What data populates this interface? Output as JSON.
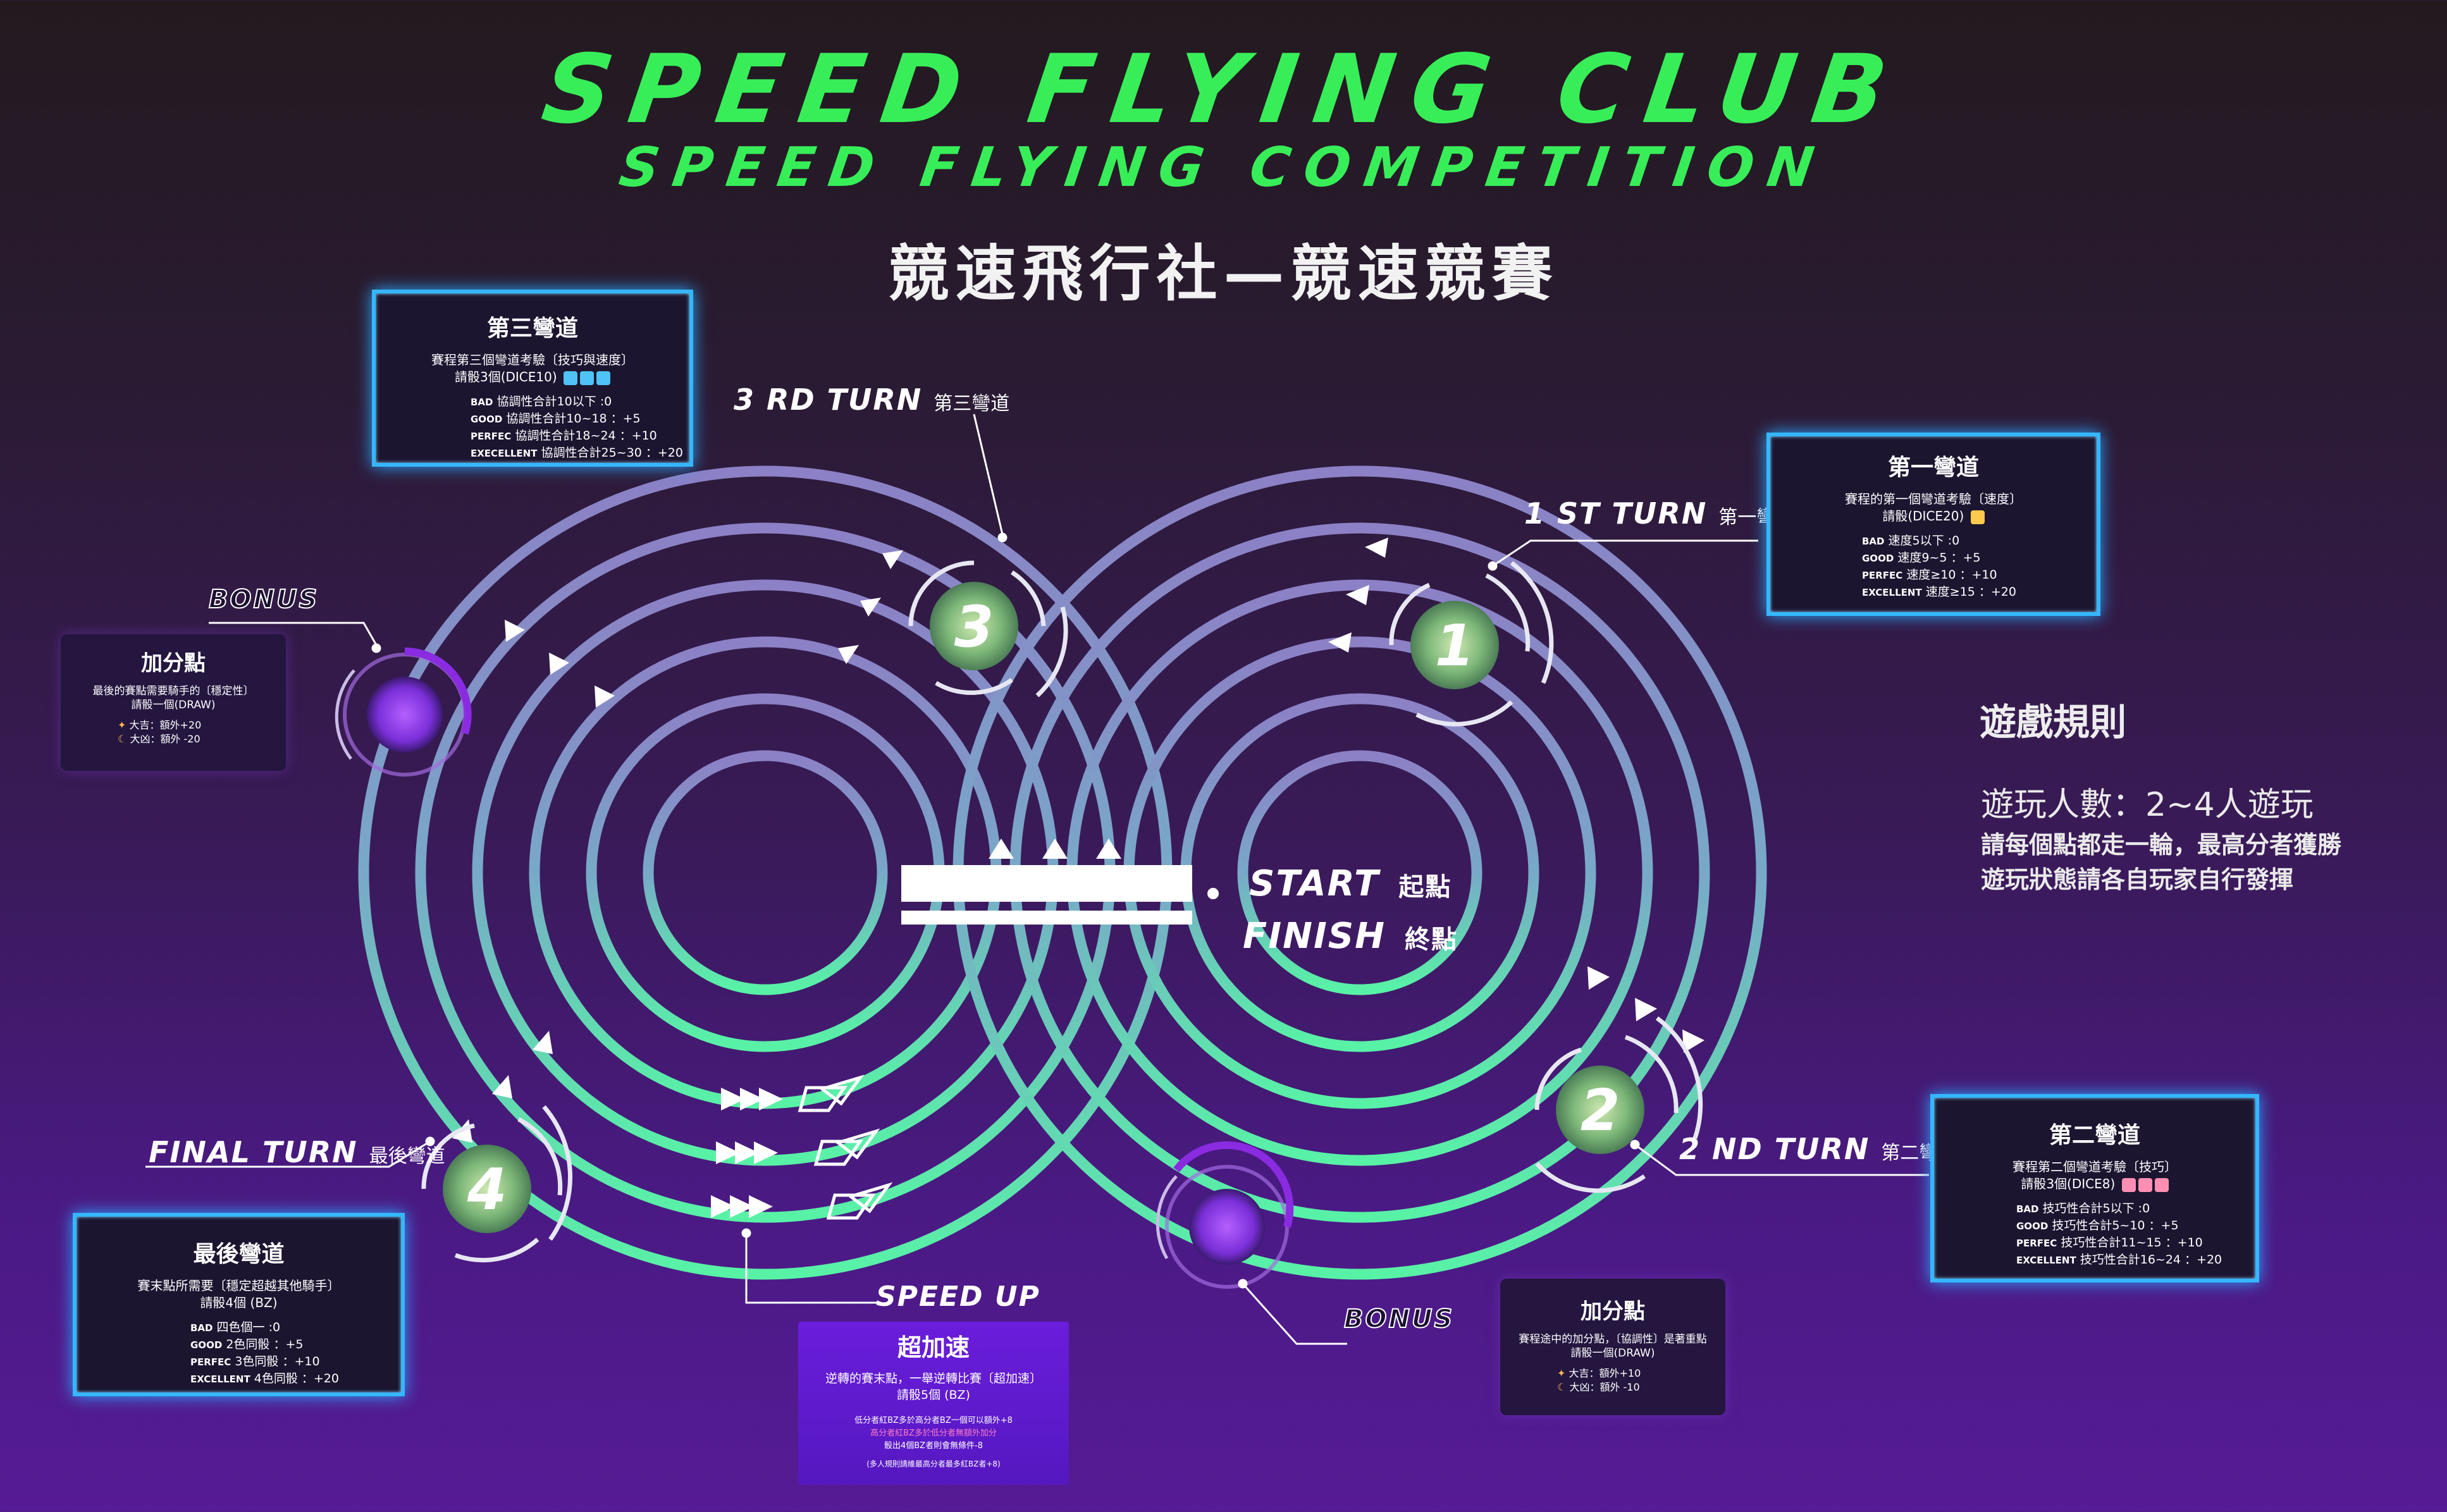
{
  "header": {
    "title": "SPEED FLYING CLUB",
    "subtitle": "SPEED FLYING COMPETITION",
    "zh_title": "競速飛行社—競速競賽"
  },
  "turns": {
    "t1": {
      "en": "1 ST TURN",
      "zh": "第一彎道",
      "num": "1"
    },
    "t2": {
      "en": "2 ND TURN",
      "zh": "第二彎道",
      "num": "2"
    },
    "t3": {
      "en": "3 RD TURN",
      "zh": "第三彎道",
      "num": "3"
    },
    "t4": {
      "en": "FINAL TURN",
      "zh": "最後彎道",
      "num": "4"
    }
  },
  "start": {
    "en": "START",
    "zh": "起點"
  },
  "finish": {
    "en": "FINISH",
    "zh": "終點"
  },
  "speed_up": {
    "en": "SPEED UP"
  },
  "bonus_label": "BONUS",
  "box_turn3": {
    "title": "第三彎道",
    "desc1": "賽程第三個彎道考驗〔技巧與速度〕",
    "desc2": "請骰3個(DICE10)",
    "rows": [
      {
        "k": "BAD",
        "v": "協調性合計10以下 :0"
      },
      {
        "k": "GOOD",
        "v": "協調性合計10~18 ：+5"
      },
      {
        "k": "PERFEC",
        "v": "協調性合計18~24 ：+10"
      },
      {
        "k": "EXECELLENT",
        "v": "協調性合計25~30 ：+20"
      }
    ]
  },
  "box_turn1": {
    "title": "第一彎道",
    "desc1": "賽程的第一個彎道考驗〔速度〕",
    "desc2": "請骰(DICE20)",
    "rows": [
      {
        "k": "BAD",
        "v": "速度5以下 :0"
      },
      {
        "k": "GOOD",
        "v": "速度9~5 ：+5"
      },
      {
        "k": "PERFEC",
        "v": "速度≥10 ：+10"
      },
      {
        "k": "EXCELLENT",
        "v": "速度≥15 ：+20"
      }
    ]
  },
  "box_turn2": {
    "title": "第二彎道",
    "desc1": "賽程第二個彎道考驗〔技巧〕",
    "desc2": "請骰3個(DICE8)",
    "rows": [
      {
        "k": "BAD",
        "v": "技巧性合計5以下 :0"
      },
      {
        "k": "GOOD",
        "v": "技巧性合計5~10 ：+5"
      },
      {
        "k": "PERFEC",
        "v": "技巧性合計11~15 ：+10"
      },
      {
        "k": "EXCELLENT",
        "v": "技巧性合計16~24 ：+20"
      }
    ]
  },
  "box_final": {
    "title": "最後彎道",
    "desc1": "賽末點所需要〔穩定超越其他騎手〕",
    "desc2": "請骰4個 (BZ)",
    "rows": [
      {
        "k": "BAD",
        "v": "四色個一 :0"
      },
      {
        "k": "GOOD",
        "v": "2色同骰 ：+5"
      },
      {
        "k": "PERFEC",
        "v": "3色同骰 ：+10"
      },
      {
        "k": "EXCELLENT",
        "v": "4色同骰 ：+20"
      }
    ]
  },
  "bonus_left": {
    "title": "加分點",
    "desc1": "最後的賽點需要騎手的〔穩定性〕",
    "desc2": "請骰一個(DRAW)",
    "r1": "大吉：額外+20",
    "r2": "大凶：額外 -20"
  },
  "bonus_right": {
    "title": "加分點",
    "desc1": "賽程途中的加分點，〔協調性〕是著重點",
    "desc2": "請骰一個(DRAW)",
    "r1": "大吉：額外+10",
    "r2": "大凶：額外 -10"
  },
  "speed_box": {
    "title": "超加速",
    "desc1": "逆轉的賽末點，一舉逆轉比賽〔超加速〕",
    "desc2": "請骰5個 (BZ)",
    "l1": "低分者紅BZ多於高分者BZ一個可以額外+8",
    "l2": "高分者紅BZ多於低分者無額外加分",
    "l3": "骰出4個BZ者則會無條件-8",
    "l4": "(多人規則請維最高分者最多紅BZ者+8)"
  },
  "rules": {
    "title": "遊戲規則",
    "players": "遊玩人數：2~4人遊玩",
    "line2": "請每個點都走一輪，最高分者獲勝",
    "line3": "遊玩狀態請各自玩家自行發揮"
  },
  "colors": {
    "title_green": "#38ee58",
    "box_border": "#35b7ff",
    "track_top": "#8a82c4",
    "track_bottom": "#5cf0a8"
  }
}
